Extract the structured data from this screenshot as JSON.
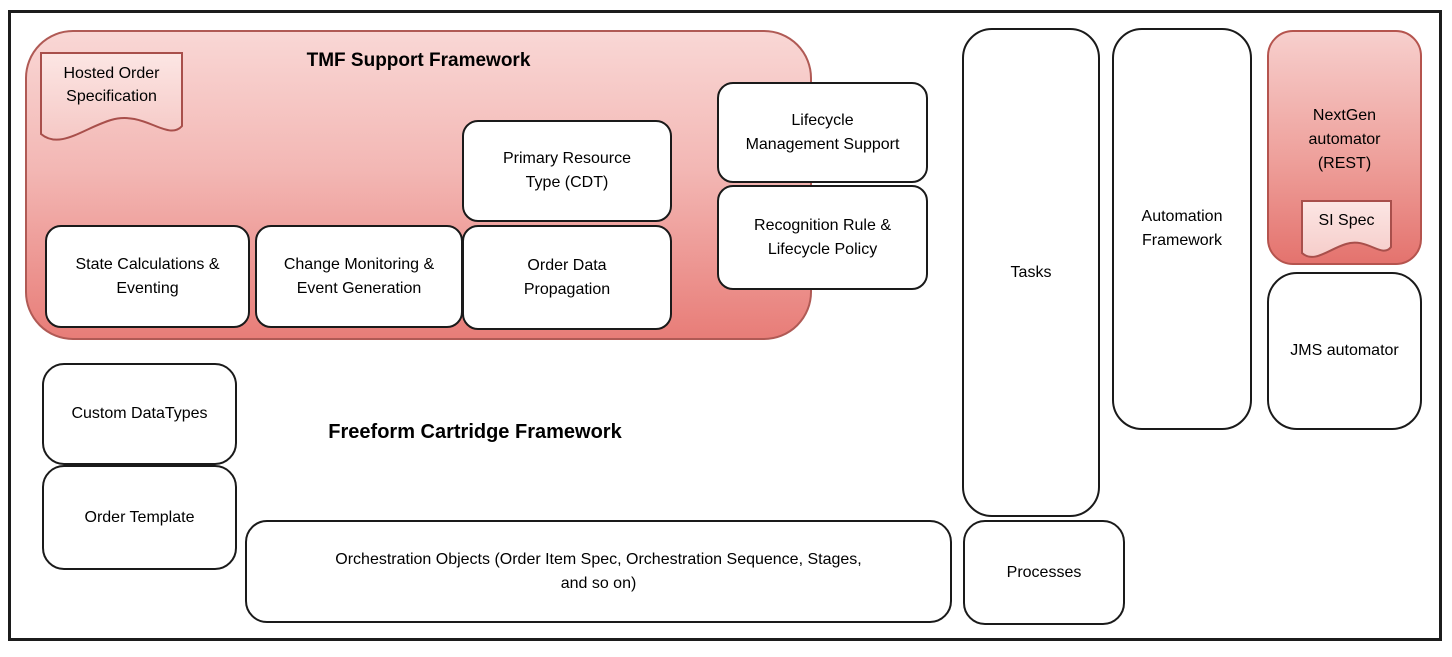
{
  "colors": {
    "container_gradient_top": "#f9d7d5",
    "container_gradient_bottom": "#e87d78",
    "container_border": "#b05a55",
    "nextgen_gradient_top": "#f7cfcd",
    "nextgen_gradient_bottom": "#e4736e",
    "nextgen_border": "#b5544e",
    "document_fill": "#fbdedc",
    "document_border": "#a84f4b",
    "box_fill": "#ffffff",
    "box_border": "#1a1a1a"
  },
  "tmf_framework": {
    "title": "TMF Support Framework",
    "hosted_order_spec": "Hosted Order\nSpecification",
    "state_calculations": "State Calculations &\nEventing",
    "change_monitoring": "Change Monitoring &\nEvent Generation",
    "primary_resource": "Primary Resource\nType (CDT)",
    "order_data": "Order Data\nPropagation",
    "lifecycle_mgmt": "Lifecycle\nManagement Support",
    "recognition_rule": "Recognition Rule &\nLifecycle Policy"
  },
  "freeform_framework": {
    "title": "Freeform Cartridge Framework",
    "custom_datatypes": "Custom DataTypes",
    "order_template": "Order Template",
    "orchestration_objects": "Orchestration Objects (Order Item Spec, Orchestration Sequence, Stages,\nand so on)"
  },
  "columns": {
    "tasks": "Tasks",
    "processes": "Processes",
    "automation_framework": "Automation\nFramework"
  },
  "automators": {
    "nextgen": "NextGen\nautomator\n(REST)",
    "si_spec": "SI Spec",
    "jms": "JMS automator"
  }
}
